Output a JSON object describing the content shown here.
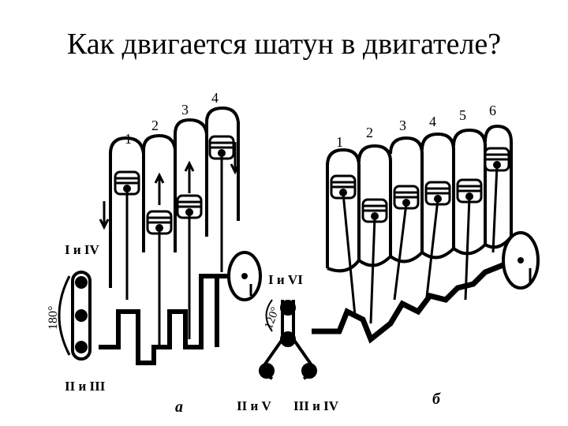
{
  "title": "Как двигается шатун в двигателе?",
  "diagram_a": {
    "cylinder_numbers": [
      "1",
      "2",
      "3",
      "4"
    ],
    "label_top": "I и IV",
    "label_bottom": "II и III",
    "angle": "180°",
    "caption": "а"
  },
  "diagram_b": {
    "cylinder_numbers": [
      "1",
      "2",
      "3",
      "4",
      "5",
      "6"
    ],
    "label_top": "I и VI",
    "label_left": "II и V",
    "label_right": "III и IV",
    "angle": "120°",
    "caption": "б"
  }
}
